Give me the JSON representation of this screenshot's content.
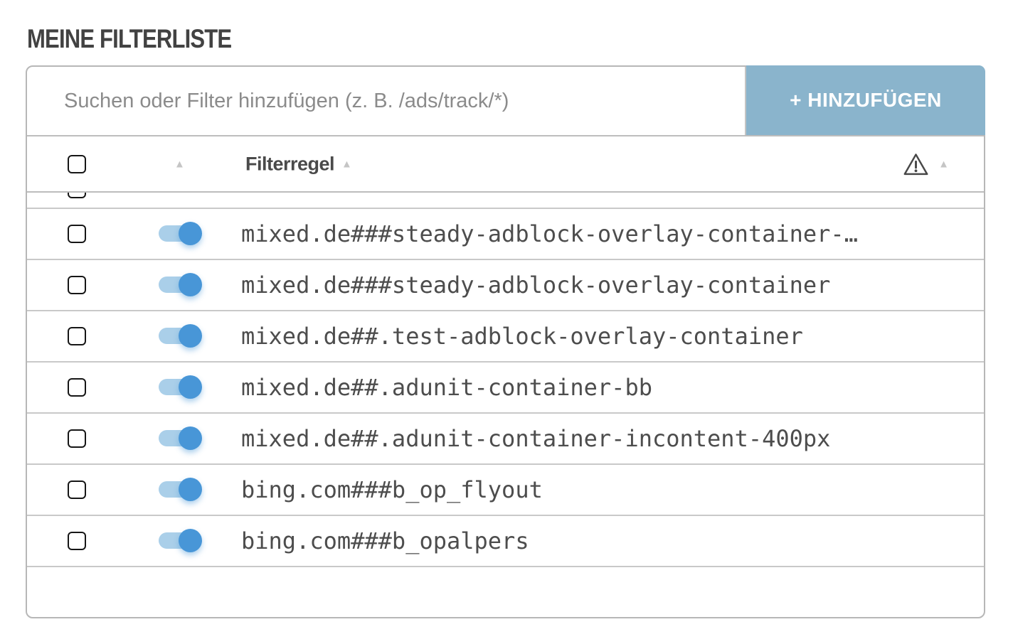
{
  "page": {
    "title": "MEINE FILTERLISTE"
  },
  "toolbar": {
    "search_placeholder": "Suchen oder Filter hinzufügen (z. B. /ads/track/*)",
    "search_value": "",
    "add_button_label": "+ HINZUFÜGEN"
  },
  "table": {
    "header": {
      "rule_column_label": "Filterregel",
      "sort_ascending_glyph": "▲",
      "warning_icon": "warning-triangle"
    },
    "select_all_checked": false,
    "partial_row_visible": true,
    "rows": [
      {
        "rule": "mixed.de###steady-adblock-overlay-container-…",
        "enabled": true,
        "selected": false
      },
      {
        "rule": "mixed.de###steady-adblock-overlay-container",
        "enabled": true,
        "selected": false
      },
      {
        "rule": "mixed.de##.test-adblock-overlay-container",
        "enabled": true,
        "selected": false
      },
      {
        "rule": "mixed.de##.adunit-container-bb",
        "enabled": true,
        "selected": false
      },
      {
        "rule": "mixed.de##.adunit-container-incontent-400px",
        "enabled": true,
        "selected": false
      },
      {
        "rule": "bing.com###b_op_flyout",
        "enabled": true,
        "selected": false
      },
      {
        "rule": "bing.com###b_opalpers",
        "enabled": true,
        "selected": false
      }
    ]
  },
  "colors": {
    "accent-button": "#8ab4cc",
    "toggle-on": "#4896d7",
    "toggle-track": "#aacfe9",
    "title-text": "#424242",
    "rule-text": "#4d4d4d",
    "border": "#b7b7b7",
    "separator": "#c9c9c9",
    "sort-arrow": "#c5c5c5",
    "placeholder": "#8b8b8b"
  }
}
